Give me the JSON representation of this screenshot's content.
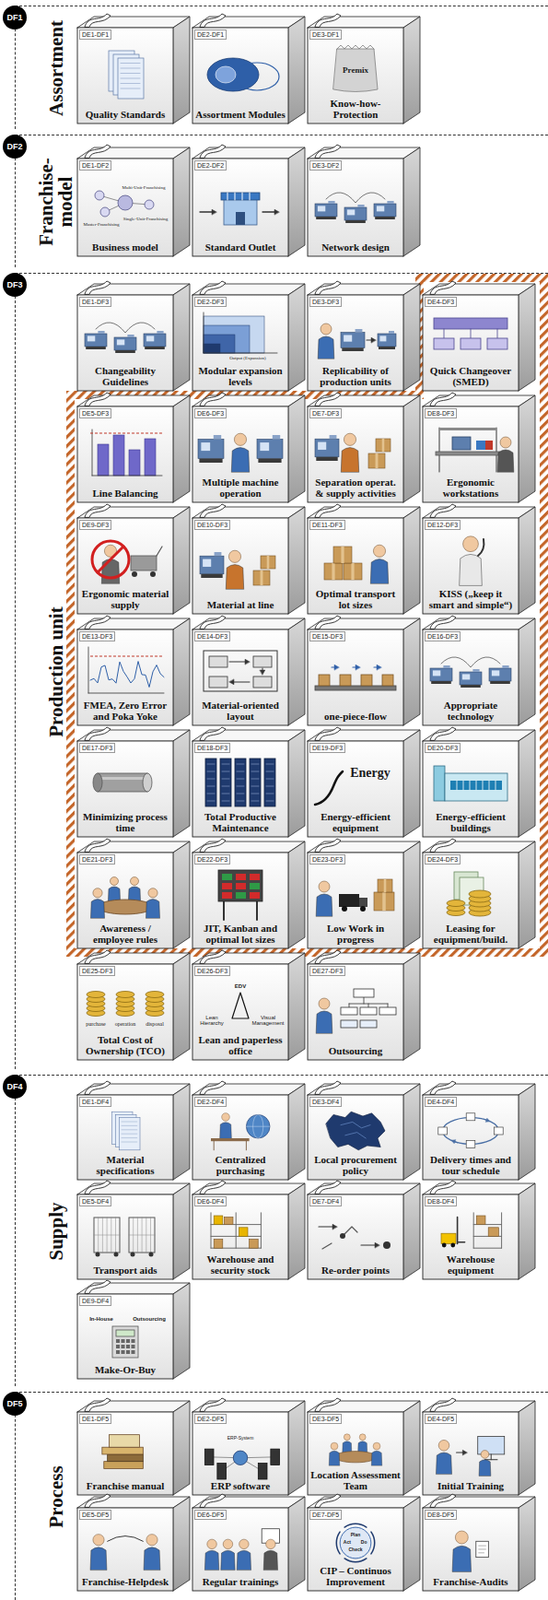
{
  "diagram": {
    "nodes": [
      {
        "text": [
          "Assortment"
        ]
      },
      {
        "text": [
          "DF1"
        ],
        "in": 0
      },
      {
        "text": [
          "DE1-DF1",
          "Quality Standards"
        ],
        "in": 0
      },
      {
        "text": [
          "DE2-DF1",
          "Assortment Modules"
        ],
        "in": 0
      },
      {
        "text": [
          "DE3-DF1",
          "Know-how-Protection"
        ],
        "in": 0
      },
      {
        "text": [
          "Franchise-model"
        ]
      },
      {
        "text": [
          "DF2"
        ],
        "in": 5
      },
      {
        "text": [
          "DE1-DF2",
          "Business model"
        ],
        "in": 5
      },
      {
        "text": [
          "DE2-DF2",
          "Standard Outlet"
        ],
        "in": 5
      },
      {
        "text": [
          "DE3-DF2",
          "Network design"
        ],
        "in": 5
      },
      {
        "text": [
          "Production unit"
        ]
      },
      {
        "text": [
          "DF3"
        ],
        "in": 10
      },
      {
        "text": [
          "DE1-DF3",
          "Changeability Guidelines"
        ],
        "in": 10
      },
      {
        "text": [
          "DE2-DF3",
          "Modular expansion levels"
        ],
        "in": 10
      },
      {
        "text": [
          "DE3-DF3",
          "Replicability of production units"
        ],
        "in": 10
      },
      {
        "text": [
          "DE4-DF3",
          "Quick Changeover (SMED)"
        ],
        "in": 10
      },
      {
        "text": [
          "DE5-DF3",
          "Line Balancing"
        ],
        "in": 10
      },
      {
        "text": [
          "DE6-DF3",
          "Multiple machine operation"
        ],
        "in": 10
      },
      {
        "text": [
          "DE7-DF3",
          "Separation operat. & supply activities"
        ],
        "in": 10
      },
      {
        "text": [
          "DE8-DF3",
          "Ergonomic workstations"
        ],
        "in": 10
      },
      {
        "text": [
          "DE9-DF3",
          "Ergonomic material supply"
        ],
        "in": 10
      },
      {
        "text": [
          "DE10-DF3",
          "Material at line"
        ],
        "in": 10
      },
      {
        "text": [
          "DE11-DF3",
          "Optimal transport lot sizes"
        ],
        "in": 10
      },
      {
        "text": [
          "DE12-DF3",
          "KISS („keep it smart and simple“)"
        ],
        "in": 10
      },
      {
        "text": [
          "DE13-DF3",
          "FMEA, Zero Error and Poka Yoke"
        ],
        "in": 10
      },
      {
        "text": [
          "DE14-DF3",
          "Material-oriented layout"
        ],
        "in": 10
      },
      {
        "text": [
          "DE15-DF3",
          "one-piece-flow"
        ],
        "in": 10
      },
      {
        "text": [
          "DE16-DF3",
          "Appropriate technology"
        ],
        "in": 10
      },
      {
        "text": [
          "DE17-DF3",
          "Minimizing process time"
        ],
        "in": 10
      },
      {
        "text": [
          "DE18-DF3",
          "Total Productive Maintenance"
        ],
        "in": 10
      },
      {
        "text": [
          "DE19-DF3",
          "Energy-efficient equipment"
        ],
        "in": 10
      },
      {
        "text": [
          "DE20-DF3",
          "Energy-efficient buildings"
        ],
        "in": 10
      },
      {
        "text": [
          "DE21-DF3",
          "Awareness / employee rules"
        ],
        "in": 10
      },
      {
        "text": [
          "DE22-DF3",
          "JIT, Kanban and optimal lot sizes"
        ],
        "in": 10
      },
      {
        "text": [
          "DE23-DF3",
          "Low Work in progress"
        ],
        "in": 10
      },
      {
        "text": [
          "DE24-DF3",
          "Leasing for equipment/build."
        ],
        "in": 10
      },
      {
        "text": [
          "DE25-DF3",
          "Total Cost of Ownership (TCO)"
        ],
        "in": 10
      },
      {
        "text": [
          "DE26-DF3",
          "Lean and paperless office"
        ],
        "in": 10
      },
      {
        "text": [
          "DE27-DF3",
          "Outsourcing"
        ],
        "in": 10
      },
      {
        "text": [
          "Supply"
        ]
      },
      {
        "text": [
          "DF4"
        ],
        "in": 39
      },
      {
        "text": [
          "DE1-DF4",
          "Material specifications"
        ],
        "in": 39
      },
      {
        "text": [
          "DE2-DF4",
          "Centralized purchasing"
        ],
        "in": 39
      },
      {
        "text": [
          "DE3-DF4",
          "Local procurement policy"
        ],
        "in": 39
      },
      {
        "text": [
          "DE4-DF4",
          "Delivery times and tour schedule"
        ],
        "in": 39
      },
      {
        "text": [
          "DE5-DF4",
          "Transport aids"
        ],
        "in": 39
      },
      {
        "text": [
          "DE6-DF4",
          "Warehouse and security stock"
        ],
        "in": 39
      },
      {
        "text": [
          "DE7-DF4",
          "Re-order points"
        ],
        "in": 39
      },
      {
        "text": [
          "DE8-DF4",
          "Warehouse equipment"
        ],
        "in": 39
      },
      {
        "text": [
          "DE9-DF4",
          "Make-Or-Buy"
        ],
        "in": 39
      },
      {
        "text": [
          "Process"
        ]
      },
      {
        "text": [
          "DF5"
        ],
        "in": 50
      },
      {
        "text": [
          "DE1-DF5",
          "Franchise manual"
        ],
        "in": 50
      },
      {
        "text": [
          "DE2-DF5",
          "ERP software"
        ],
        "in": 50
      },
      {
        "text": [
          "DE3-DF5",
          "Location Assessment Team"
        ],
        "in": 50
      },
      {
        "text": [
          "DE4-DF5",
          "Initial Training"
        ],
        "in": 50
      },
      {
        "text": [
          "DE5-DF5",
          "Franchise-Helpdesk"
        ],
        "in": 50
      },
      {
        "text": [
          "DE6-DF5",
          "Regular trainings"
        ],
        "in": 50
      },
      {
        "text": [
          "DE7-DF5",
          "CIP – Continuos Improvement"
        ],
        "in": 50
      },
      {
        "text": [
          "DE8-DF5",
          "Franchise-Audits"
        ],
        "in": 50
      }
    ],
    "labels": [
      "Premix",
      "Multi-Unit-Franchising",
      "Master-Franchising",
      "Single-Unit-Franchising",
      "Output (Expansion)",
      "Energy",
      "purchase",
      "operation",
      "disposal",
      "EDV",
      "Lean Hierarchy",
      "Visual Management",
      "In-House",
      "Outsourcing",
      "ERP-System",
      "Plan",
      "Do",
      "Check",
      "Act"
    ]
  }
}
